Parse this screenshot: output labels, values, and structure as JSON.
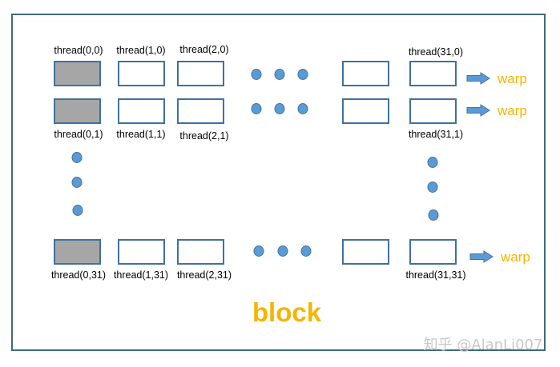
{
  "colors": {
    "border": "#41697b",
    "cell_stroke": "#41719c",
    "cell_active_fill": "#a6a6a6",
    "cell_fill": "#ffffff",
    "dot": "#5b9bd5",
    "dot_stroke": "#41719c",
    "arrow": "#5b9bd5",
    "accent": "#f5b400",
    "watermark": "#c8c8c8"
  },
  "rows": [
    {
      "id": "row-0",
      "labels_position": "above",
      "cells": [
        {
          "label": "thread(0,0)",
          "active": true
        },
        {
          "label": "thread(1,0)",
          "active": false
        },
        {
          "label": "thread(2,0)",
          "active": false
        },
        {
          "label": "",
          "active": false
        },
        {
          "label": "thread(31,0)",
          "active": false
        }
      ],
      "warp_label": "warp"
    },
    {
      "id": "row-1",
      "labels_position": "below",
      "cells": [
        {
          "label": "thread(0,1)",
          "active": true
        },
        {
          "label": "thread(1,1)",
          "active": false
        },
        {
          "label": "thread(2,1)",
          "active": false
        },
        {
          "label": "",
          "active": false
        },
        {
          "label": "thread(31,1)",
          "active": false
        }
      ],
      "warp_label": "warp"
    },
    {
      "id": "row-31",
      "labels_position": "below",
      "cells": [
        {
          "label": "thread(0,31)",
          "active": true
        },
        {
          "label": "thread(1,31)",
          "active": false
        },
        {
          "label": "thread(2,31)",
          "active": false
        },
        {
          "label": "",
          "active": false
        },
        {
          "label": "thread(31,31)",
          "active": false
        }
      ],
      "warp_label": "warp"
    }
  ],
  "block_label": "block",
  "watermark": "知乎 @AlanLi007"
}
